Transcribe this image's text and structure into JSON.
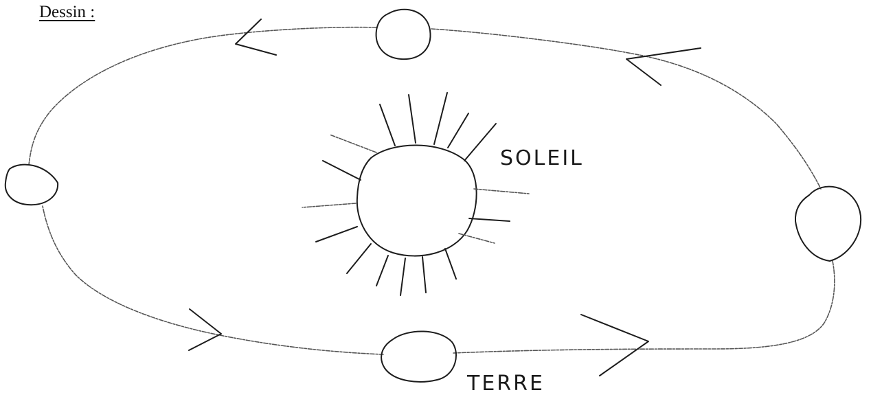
{
  "heading": "Dessin :",
  "labels": {
    "sun": "SOLEIL",
    "earth": "TERRE"
  },
  "icons": [
    "sun-icon",
    "planet-icon",
    "orbit-direction-arrow"
  ]
}
